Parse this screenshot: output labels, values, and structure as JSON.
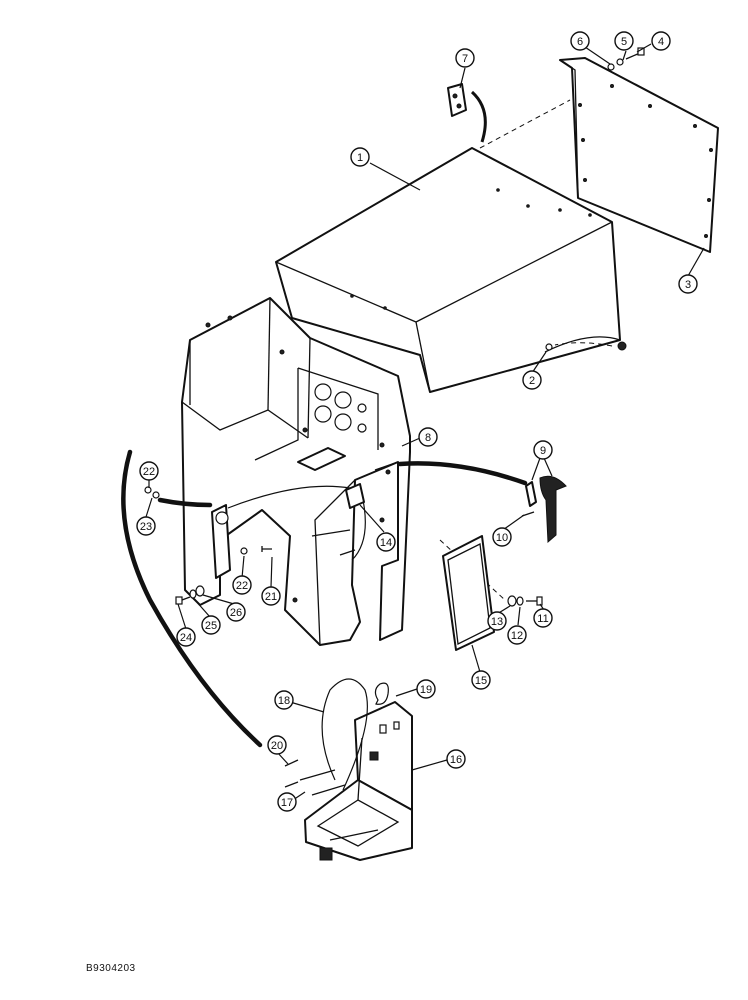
{
  "figure_code": "B9304203",
  "callouts": [
    "1",
    "2",
    "3",
    "4",
    "5",
    "6",
    "7",
    "8",
    "9",
    "10",
    "11",
    "12",
    "13",
    "14",
    "15",
    "16",
    "17",
    "18",
    "19",
    "20",
    "21",
    "22",
    "22",
    "23",
    "24",
    "25",
    "26"
  ]
}
